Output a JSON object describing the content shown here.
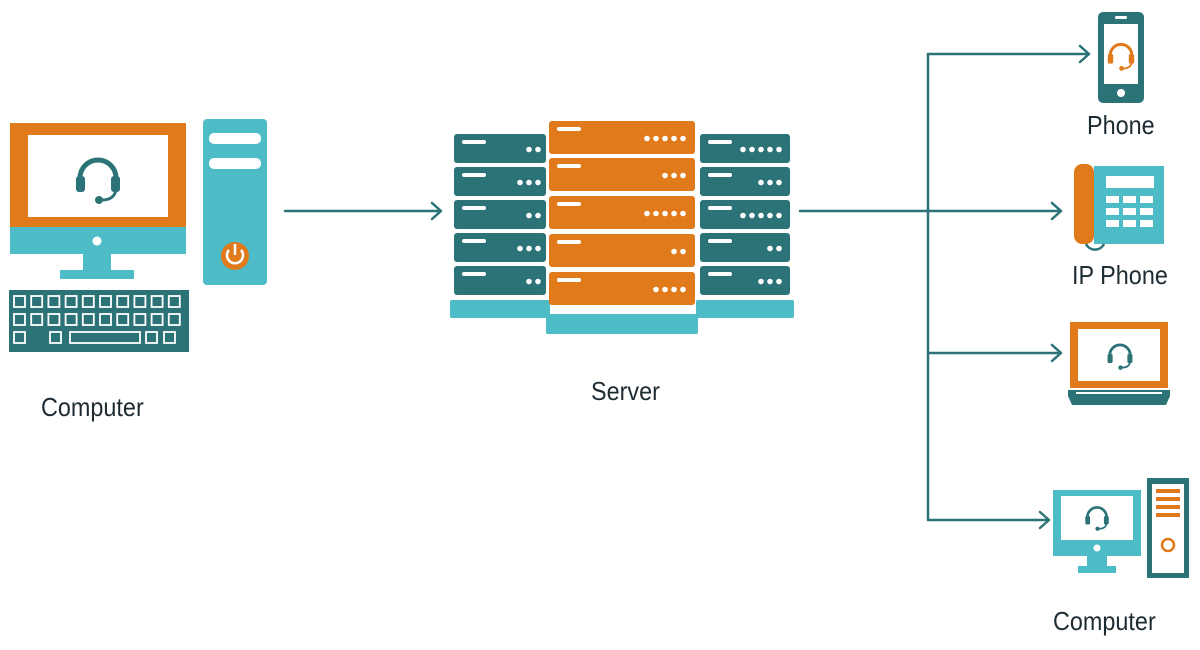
{
  "colors": {
    "teal_dark": "#2c7378",
    "teal_light": "#4dbcc6",
    "orange": "#e07a1a",
    "line": "#2c7378",
    "text": "#1d2b33"
  },
  "nodes": {
    "source_computer": {
      "label": "Computer",
      "icons": [
        "monitor-icon",
        "headset-icon",
        "tower-icon",
        "power-icon",
        "keyboard-icon"
      ]
    },
    "server": {
      "label": "Server",
      "icons": [
        "server-rack-icon"
      ]
    },
    "phone": {
      "label": "Phone",
      "icons": [
        "smartphone-icon",
        "headset-icon"
      ]
    },
    "ip_phone": {
      "label": "IP Phone",
      "icons": [
        "desk-phone-icon"
      ]
    },
    "laptop": {
      "label": "",
      "icons": [
        "laptop-icon",
        "headset-icon"
      ]
    },
    "dest_computer": {
      "label": "Computer",
      "icons": [
        "monitor-icon",
        "headset-icon",
        "tower-icon"
      ]
    }
  },
  "connections": [
    {
      "from": "source_computer",
      "to": "server"
    },
    {
      "from": "server",
      "to": "phone"
    },
    {
      "from": "server",
      "to": "ip_phone"
    },
    {
      "from": "server",
      "to": "laptop"
    },
    {
      "from": "server",
      "to": "dest_computer"
    }
  ]
}
